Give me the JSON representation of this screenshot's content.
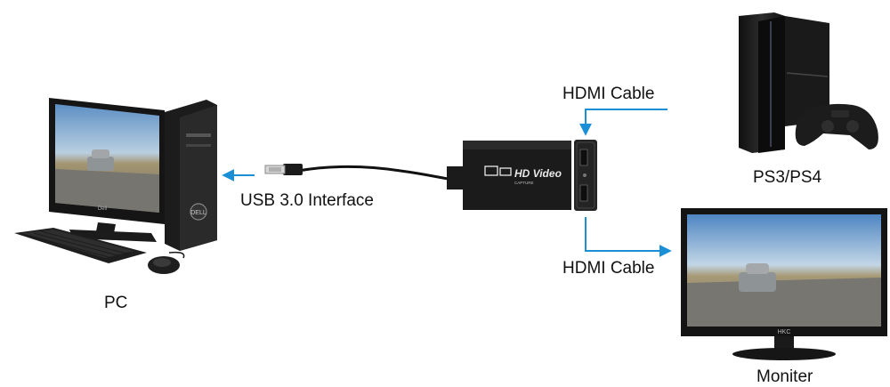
{
  "devices": {
    "pc": {
      "label": "PC",
      "monitor_brand": "Dell",
      "tower_brand": "DELL"
    },
    "console": {
      "label": "PS3/PS4"
    },
    "monitor": {
      "label": "Moniter",
      "brand": "HKC"
    },
    "capture_card": {
      "logo": "HD Video",
      "logo_sub": "CAPTURE"
    }
  },
  "connections": {
    "usb": {
      "label": "USB 3.0 Interface"
    },
    "hdmi_in": {
      "label": "HDMI Cable"
    },
    "hdmi_out": {
      "label": "HDMI Cable"
    }
  },
  "colors": {
    "arrow": "#1a8fd6",
    "device": "#1b1b1b",
    "cable": "#111111"
  }
}
